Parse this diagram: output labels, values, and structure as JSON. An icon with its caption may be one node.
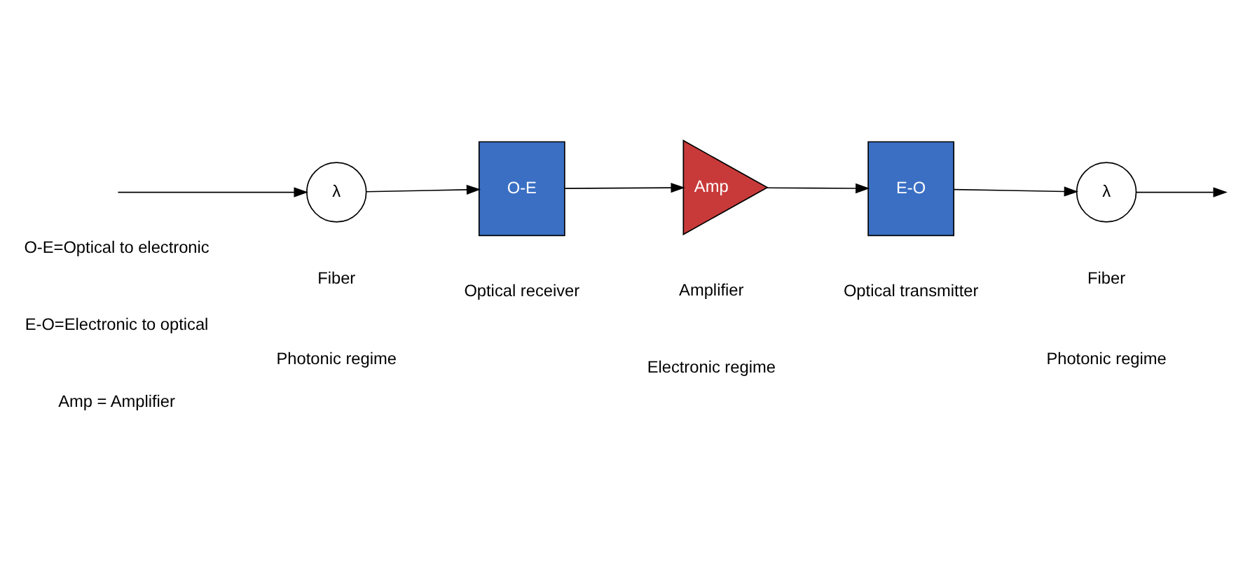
{
  "diagram": {
    "nodes": [
      {
        "text": [
          "λ"
        ],
        "beside": [
          "Fiber"
        ]
      },
      {
        "text": [
          "O-E"
        ],
        "beside": [
          "Optical receiver"
        ]
      },
      {
        "text": [
          "Amp"
        ],
        "beside": [
          "Amplifier"
        ]
      },
      {
        "text": [
          "E-O"
        ],
        "beside": [
          "Optical transmitter"
        ]
      },
      {
        "text": [
          "λ"
        ],
        "beside": [
          "Fiber"
        ]
      }
    ],
    "edges": [
      {
        "from": null,
        "to": 0,
        "arrow": "to"
      },
      {
        "from": 0,
        "to": 1,
        "arrow": "to"
      },
      {
        "from": 1,
        "to": 2,
        "arrow": "to"
      },
      {
        "from": 2,
        "to": 3,
        "arrow": "to"
      },
      {
        "from": 3,
        "to": 4,
        "arrow": "to"
      },
      {
        "from": 4,
        "to": null,
        "arrow": "to"
      }
    ],
    "labels": [
      "Photonic regime",
      "Electronic regime",
      "Photonic regime",
      "O-E=Optical to electronic",
      "E-O=Electronic to optical",
      "Amp = Amplifier"
    ]
  }
}
